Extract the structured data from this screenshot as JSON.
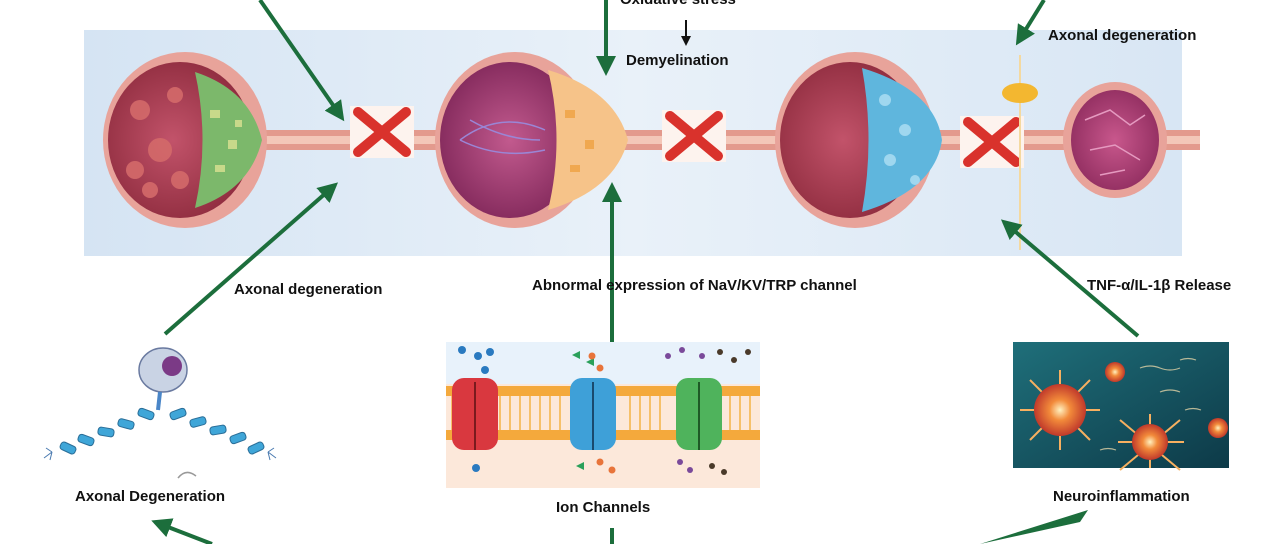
{
  "labels": {
    "oxidative_stress": "Oxidative stress",
    "demyelination": "Demyelination",
    "axonal_degeneration_top": "Axonal degeneration",
    "axonal_degeneration_left": "Axonal degeneration",
    "channel_expression": "Abnormal expression of NaV/KV/TRP channel",
    "cytokine_release": "TNF-α/IL-1β Release",
    "panel_axonal": "Axonal Degeneration",
    "panel_ion": "Ion Channels",
    "panel_inflammation": "Neuroinflammation"
  },
  "colors": {
    "arrow_green": "#1c6e3c",
    "nerve_pink": "#e8a39a",
    "membrane_orange": "#f4a93c",
    "block_red": "#d9322c",
    "background_blue": "#dce9f5"
  },
  "icons": [
    "nerve-segment",
    "block-x-icon",
    "neuron-cell-icon",
    "ion-channel-icon",
    "inflammation-cell-icon"
  ]
}
